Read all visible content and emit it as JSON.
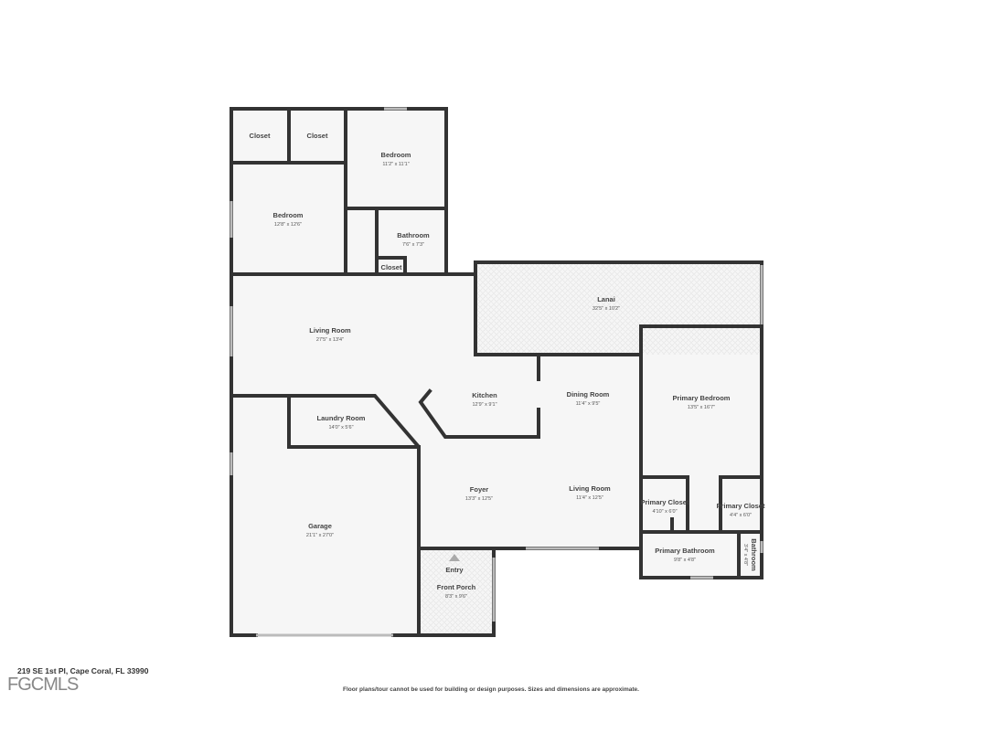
{
  "address": "219 SE 1st Pl, Cape Coral, FL 33990",
  "logo": "FGCMLS",
  "disclaimer": "Floor plans/tour cannot be used for building or design purposes. Sizes and dimensions are approximate.",
  "entry_label": "Entry",
  "rooms": [
    {
      "name": "Closet",
      "size": ""
    },
    {
      "name": "Closet",
      "size": ""
    },
    {
      "name": "Bedroom",
      "size": "11'2\" x 11'1\""
    },
    {
      "name": "Bedroom",
      "size": "12'8\" x 12'6\""
    },
    {
      "name": "Bathroom",
      "size": "7'6\" x 7'3\""
    },
    {
      "name": "Closet",
      "size": ""
    },
    {
      "name": "Lanai",
      "size": "32'5\" x 10'2\""
    },
    {
      "name": "Living Room",
      "size": "27'5\" x 13'4\""
    },
    {
      "name": "Kitchen",
      "size": "12'9\" x 9'1\""
    },
    {
      "name": "Dining Room",
      "size": "11'4\" x 9'5\""
    },
    {
      "name": "Primary Bedroom",
      "size": "13'5\" x 16'7\""
    },
    {
      "name": "Laundry Room",
      "size": "14'0\" x 5'6\""
    },
    {
      "name": "Foyer",
      "size": "13'3\" x 12'5\""
    },
    {
      "name": "Living Room",
      "size": "11'4\" x 12'5\""
    },
    {
      "name": "Primary Closet",
      "size": "4'10\" x 6'0\""
    },
    {
      "name": "Primary Closet",
      "size": "4'4\" x 6'0\""
    },
    {
      "name": "Garage",
      "size": "21'1\" x 27'0\""
    },
    {
      "name": "Primary Bathroom",
      "size": "9'8\" x 4'8\""
    },
    {
      "name": "Bathroom",
      "size": "3'4\" x 4'8\""
    },
    {
      "name": "Front Porch",
      "size": "8'3\" x 9'6\""
    }
  ]
}
